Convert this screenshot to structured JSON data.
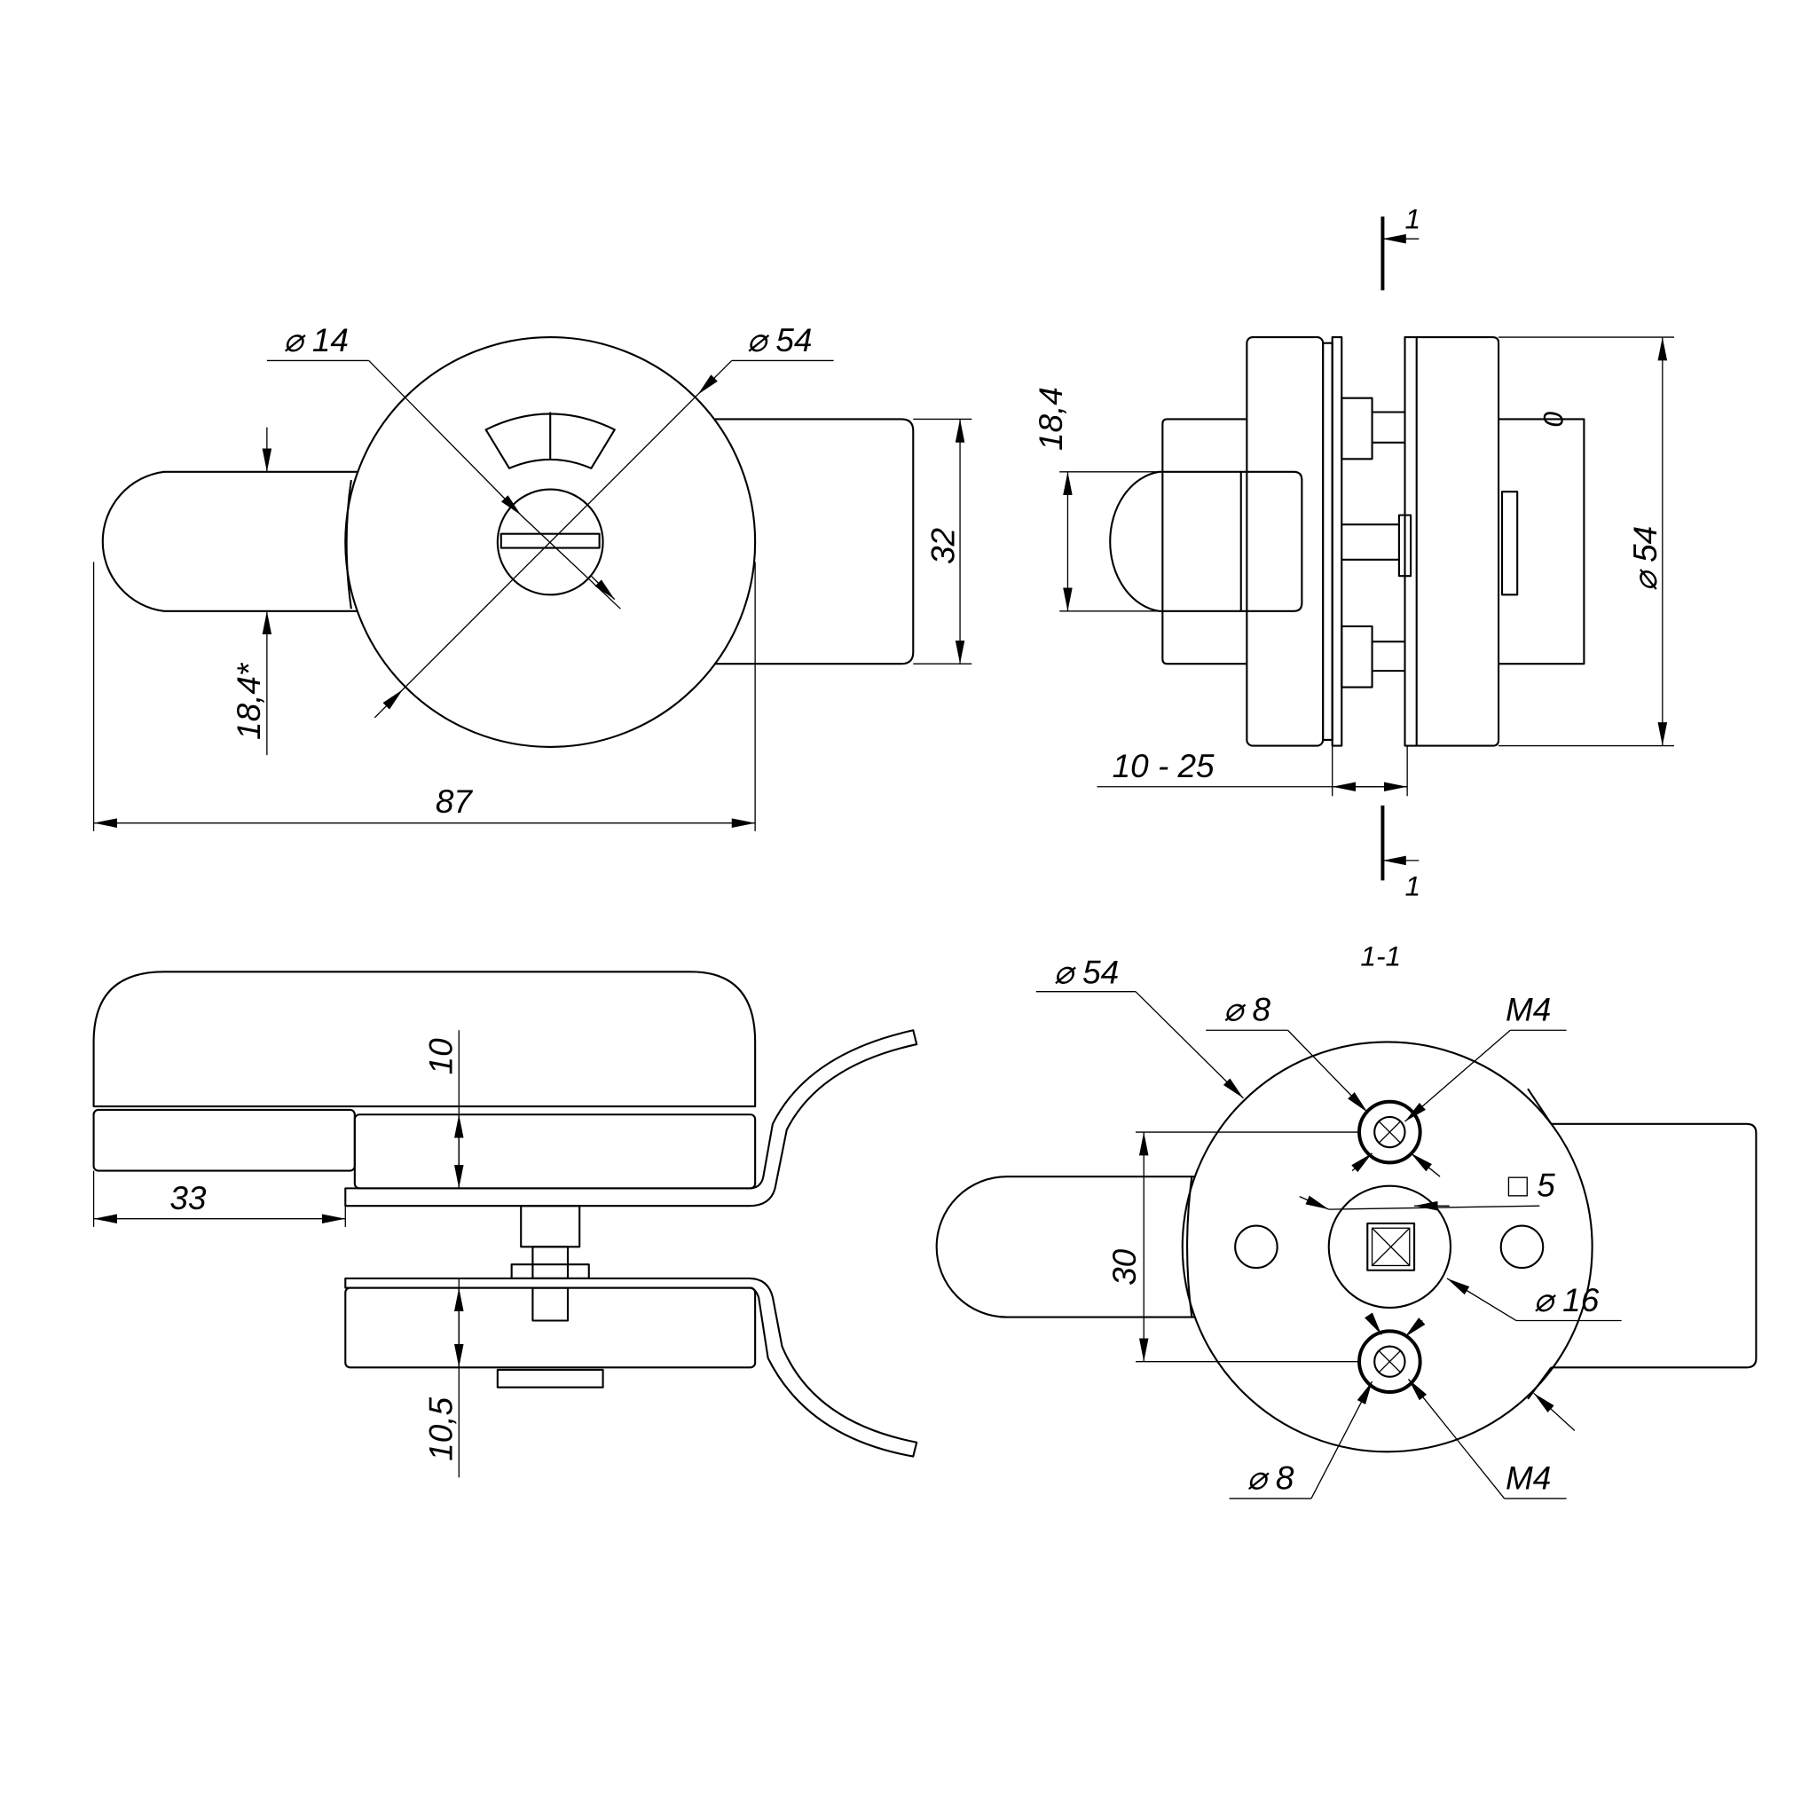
{
  "front_view": {
    "d_knob": "⌀ 14",
    "d_rose": "⌀ 54",
    "height": "32",
    "offset": "18,4*",
    "length": "87"
  },
  "side_view": {
    "section_top": "1",
    "section_bottom": "1",
    "height": "18,4",
    "diameter": "⌀ 54",
    "thickness": "10 - 25",
    "mark": "0"
  },
  "bottom_view": {
    "gap_top": "10",
    "width": "33",
    "gap_bottom": "10,5"
  },
  "section_view": {
    "title": "1-1",
    "diameter": "⌀ 54",
    "hole_top": "⌀ 8",
    "thread_top": "M4",
    "square": "□ 5",
    "center_d": "⌀ 16",
    "spacing": "30",
    "hole_bottom": "⌀ 8",
    "thread_bottom": "M4"
  },
  "colors": {
    "line": "#000000",
    "background": "#ffffff"
  }
}
